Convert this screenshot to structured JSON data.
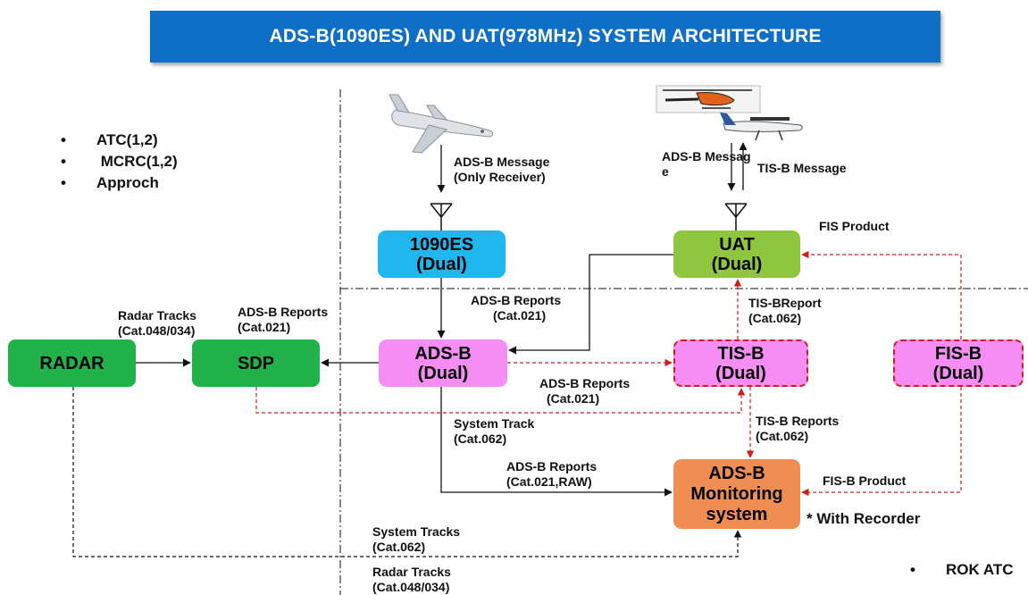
{
  "title": "ADS-B(1090ES) AND UAT(978MHz) SYSTEM ARCHITECTURE",
  "legend_items": [
    "ATC(1,2)",
    " MCRC(1,2)",
    "Approch"
  ],
  "bullet_glyph": "•",
  "footer_item": "ROK ATC",
  "recorder_note": "* With Recorder",
  "nodes": {
    "radar": [
      "RADAR"
    ],
    "sdp": [
      "SDP"
    ],
    "es1090": [
      "1090ES",
      "(Dual)"
    ],
    "uat": [
      "UAT",
      "(Dual)"
    ],
    "adsb": [
      "ADS-B",
      "(Dual)"
    ],
    "tisb": [
      "TIS-B",
      "(Dual)"
    ],
    "fisb": [
      "FIS-B",
      "(Dual)"
    ],
    "monitor": [
      "ADS-B",
      "Monitoring",
      "system"
    ]
  },
  "labels": {
    "adsb_message_1090": [
      "ADS-B Message",
      "(Only Receiver)"
    ],
    "adsb_message_uat": [
      "ADS-B Messag",
      "e"
    ],
    "tisb_message": "TIS-B Message",
    "fis_product": "FIS Product",
    "adsb_reports_1090": [
      "ADS-B Reports",
      "(Cat.021)"
    ],
    "tisb_report_uat": [
      "TIS-BReport",
      "(Cat.062)"
    ],
    "radar_tracks_sdp": [
      "Radar Tracks",
      "(Cat.048/034)"
    ],
    "adsb_reports_sdp": [
      "ADS-B Reports",
      "(Cat.021)"
    ],
    "adsb_reports_tisb": [
      "ADS-B Reports",
      "(Cat.021)"
    ],
    "system_track": [
      "System Track",
      "(Cat.062)"
    ],
    "tisb_reports_mon": [
      "TIS-B Reports",
      "(Cat.062)"
    ],
    "adsb_reports_mon": [
      "ADS-B Reports",
      "(Cat.021,RAW)"
    ],
    "fisb_product": "FIS-B Product",
    "system_tracks_bottom": [
      "System Tracks",
      "(Cat.062)"
    ],
    "radar_tracks_bottom": [
      "Radar Tracks",
      "(Cat.048/034)"
    ]
  },
  "colors": {
    "banner": "#0f6fc6",
    "radar_sdp": "#22b24c",
    "es1090": "#1fb7ee",
    "uat": "#8ec63f",
    "adsb_tisb_fisb": "#f58df4",
    "monitor": "#ef8d52",
    "dashed_red": "#d21c1c"
  }
}
